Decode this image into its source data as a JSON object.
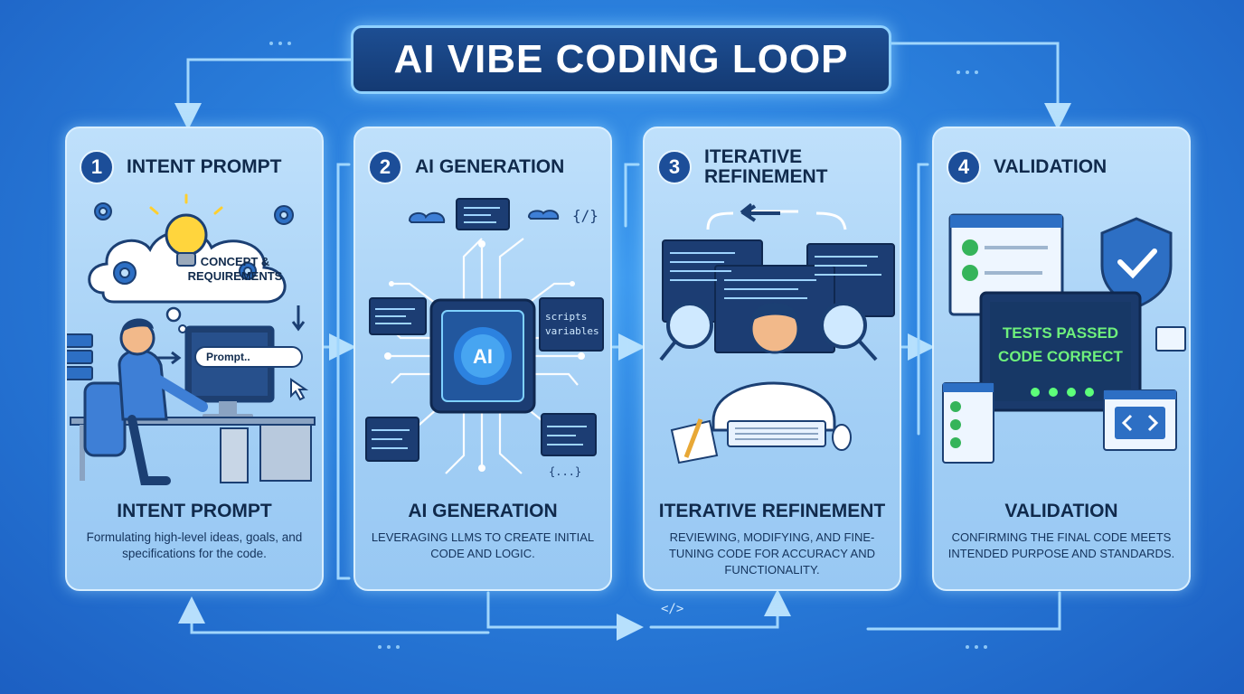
{
  "title": "AI VIBE CODING LOOP",
  "accent_colors": {
    "panel": "#a9d4f7",
    "navy": "#143a73",
    "glow": "#8fd1ff",
    "check": "#35b45a"
  },
  "loop_code_tag": "</>",
  "steps": [
    {
      "number": "1",
      "header": "INTENT PROMPT",
      "art_text": {
        "cloud_line1": "CONCEPT &",
        "cloud_line2": "REQUIREMENTS",
        "prompt_field": "Prompt.."
      },
      "footer_title": "INTENT PROMPT",
      "description": "Formulating high-level ideas, goals, and specifications for the code."
    },
    {
      "number": "2",
      "header": "AI GENERATION",
      "art_text": {
        "chip": "AI",
        "window_line1": "scripts",
        "window_line2": "variables",
        "code_tag": "{/}",
        "brace_tag": "{...}"
      },
      "footer_title": "AI GENERATION",
      "description": "Leveraging LLMs to create initial code and logic."
    },
    {
      "number": "3",
      "header_line1": "ITERATIVE",
      "header_line2": "REFINEMENT",
      "footer_title": "ITERATIVE REFINEMENT",
      "description": "Reviewing, modifying, and fine-tuning code for accuracy and functionality."
    },
    {
      "number": "4",
      "header": "VALIDATION",
      "art_text": {
        "status_line1": "TESTS PASSED",
        "status_line2": "CODE CORRECT"
      },
      "footer_title": "VALIDATION",
      "description": "Confirming the final code meets intended purpose and standards."
    }
  ]
}
